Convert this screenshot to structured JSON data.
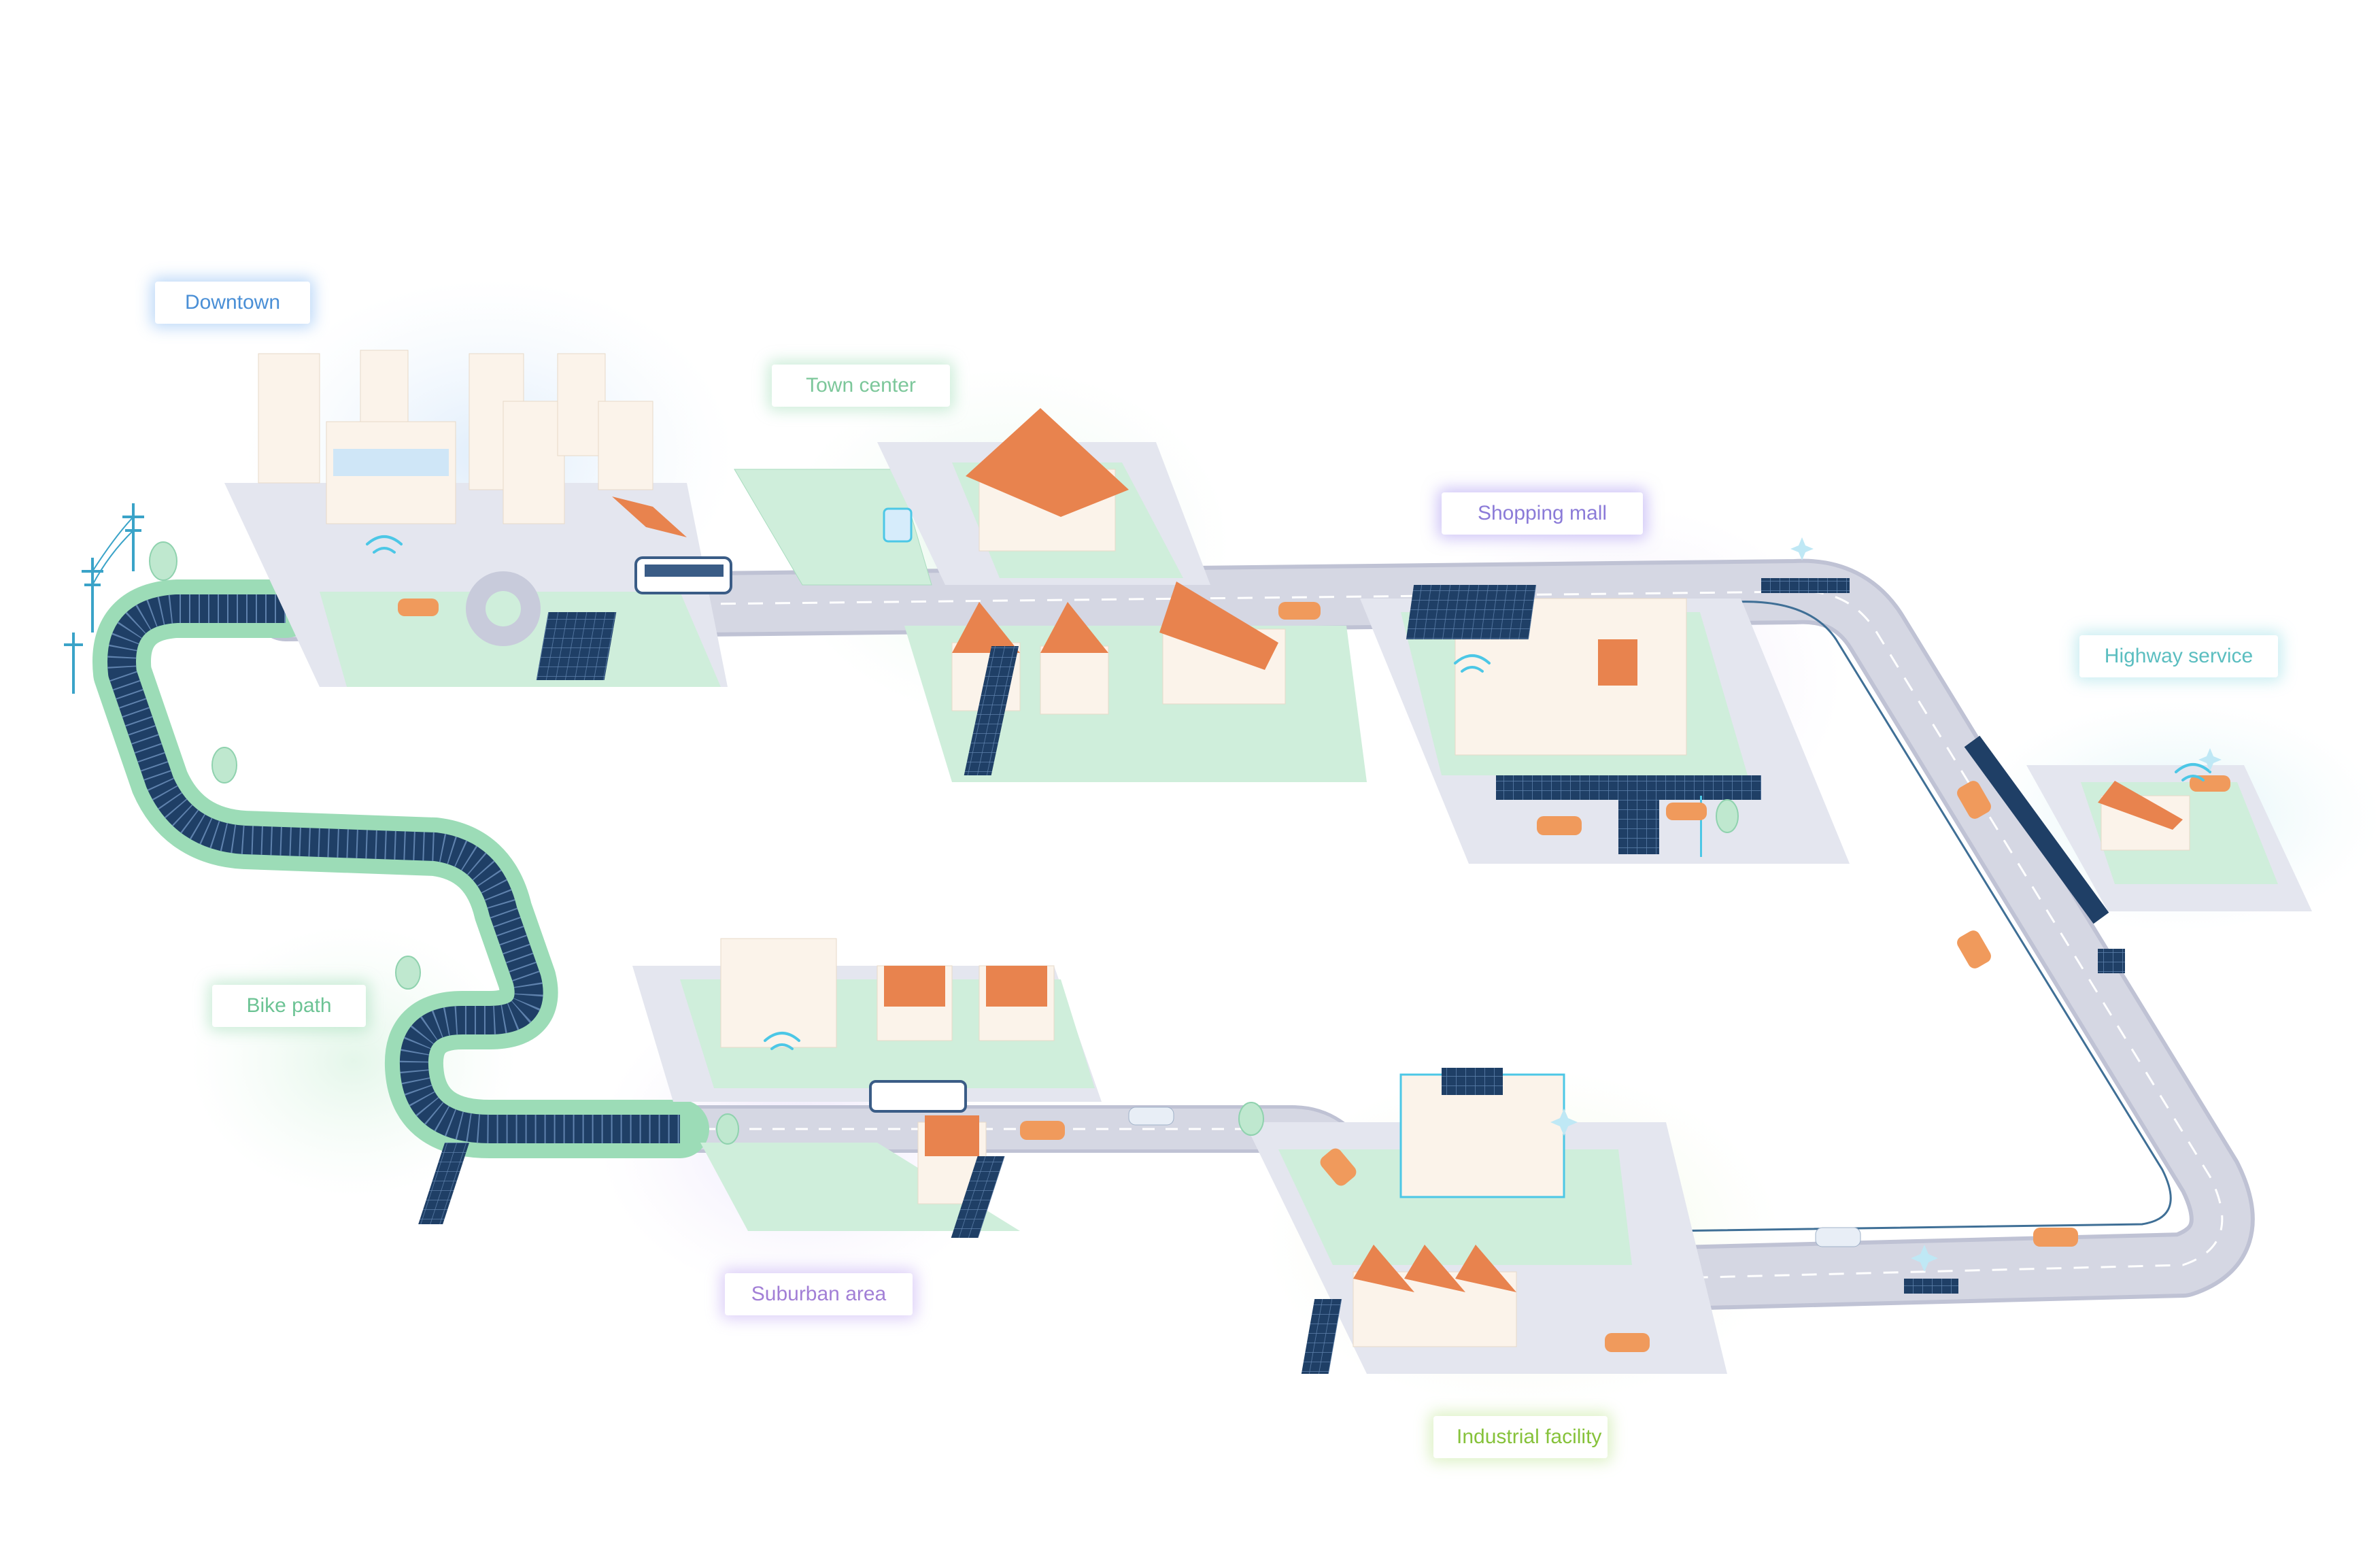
{
  "labels": {
    "downtown": "Downtown",
    "town_center": "Town center",
    "shopping_mall": "Shopping mall",
    "highway_service": "Highway service",
    "bike_path": "Bike path",
    "suburban_area": "Suburban area",
    "industrial_facility": "Industrial facility"
  },
  "colors": {
    "road": "#d5d7e3",
    "road_edge": "#bfc2d4",
    "lane_mark": "#ffffff",
    "grass": "#bfe8cf",
    "solar": "#1f3f66",
    "orange_roof": "#e8834e",
    "building": "#fbf3ea",
    "car_orange": "#f09a5c",
    "wifi": "#4cc7e6",
    "bike_path": "#9cdcb7"
  },
  "icons": {
    "wifi": "wifi-icon",
    "charging": "charging-station-icon",
    "sparkle": "sparkle-icon",
    "bus": "bus-icon",
    "car": "car-icon",
    "house": "house-icon",
    "building": "building-icon",
    "solar": "solar-panel-icon",
    "tree": "tree-icon",
    "pylon": "power-pylon-icon"
  }
}
